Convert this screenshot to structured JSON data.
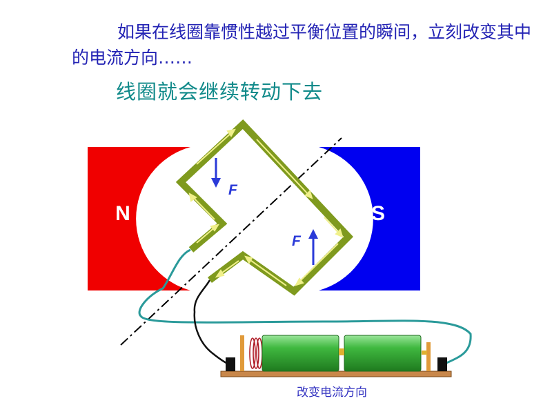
{
  "slide": {
    "paragraph": "如果在线圈靠惯性越过平衡位置的瞬间，立刻改变其中的电流方向……",
    "subtitle": "线圈就会继续转动下去",
    "caption": "改变电流方向"
  },
  "diagram": {
    "pole_north": "N",
    "pole_south": "S",
    "force_label_top": "F",
    "force_label_bottom": "F",
    "colors": {
      "north_pole": "#f00000",
      "south_pole": "#0000f0",
      "coil": "#7f9a1e",
      "current_arrow": "#f0f08a",
      "force_arrow": "#2a3ad8",
      "wire": "#2a9a9a",
      "battery": "#2f9f2f",
      "base": "#c8874a"
    }
  }
}
